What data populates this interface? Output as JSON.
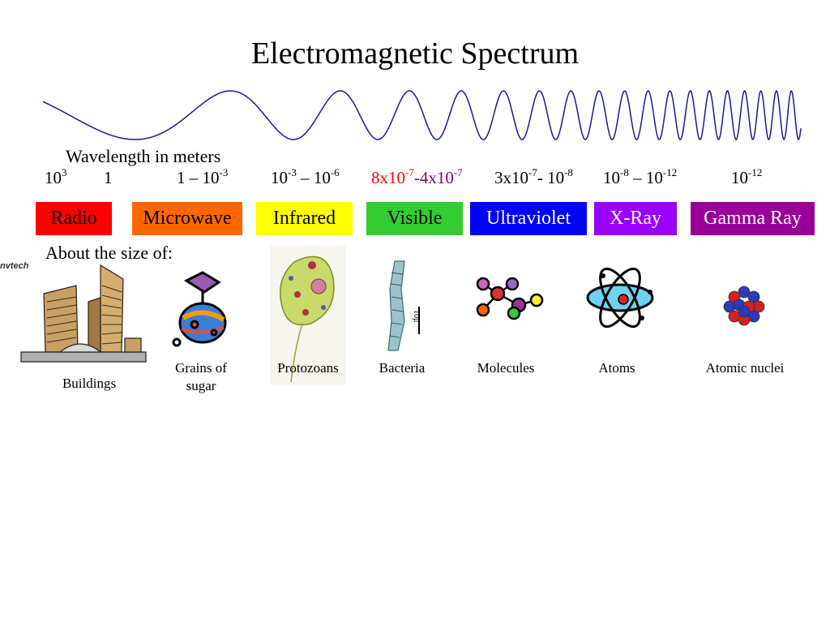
{
  "title": "Electromagnetic Spectrum",
  "wavelength_label": "Wavelength in meters",
  "wavelengths": [
    {
      "base": "10",
      "exp": "3"
    },
    {
      "base": "1"
    },
    {
      "base": "1 – 10",
      "exp": "-3"
    },
    {
      "base": "10",
      "exp": "-3",
      "rest": " – 10",
      "exp2": "-6"
    },
    {
      "base": "8x10",
      "exp": "-7",
      "rest": "-4x10",
      "exp2": "-7"
    },
    {
      "base": "3x10",
      "exp": "-7",
      "rest": "- 10",
      "exp2": "-8"
    },
    {
      "base": "10",
      "exp": "-8",
      "rest": " – 10",
      "exp2": "-12"
    },
    {
      "base": "10",
      "exp": "-12"
    }
  ],
  "bands": [
    {
      "label": "Radio",
      "color": "#ff0000"
    },
    {
      "label": "Microwave",
      "color": "#ff6600"
    },
    {
      "label": "Infrared",
      "color": "#ffff00"
    },
    {
      "label": "Visible",
      "color": "#33cc33"
    },
    {
      "label": "Ultraviolet",
      "color": "#0000ff"
    },
    {
      "label": "X-Ray",
      "color": "#9900ff"
    },
    {
      "label": "Gamma Ray",
      "color": "#990099"
    }
  ],
  "about_label": "About the size of:",
  "logo_text": "nvtech",
  "scale_label": "10μ",
  "examples": [
    {
      "caption": "Buildings",
      "icon": "buildings-icon"
    },
    {
      "caption": "Grains of sugar",
      "icon": "sugar-grains-icon"
    },
    {
      "caption": "Protozoans",
      "icon": "protozoan-icon"
    },
    {
      "caption": "Bacteria",
      "icon": "bacteria-icon"
    },
    {
      "caption": "Molecules",
      "icon": "molecule-icon"
    },
    {
      "caption": "Atoms",
      "icon": "atom-icon"
    },
    {
      "caption": "Atomic nuclei",
      "icon": "nucleus-icon"
    }
  ],
  "colors": {
    "wave": "#1a1a8c",
    "visible_range_start": "#ff0000",
    "visible_range_end": "#800080",
    "band_text_light": "#ffffff",
    "band_text_dark": "#000000"
  }
}
